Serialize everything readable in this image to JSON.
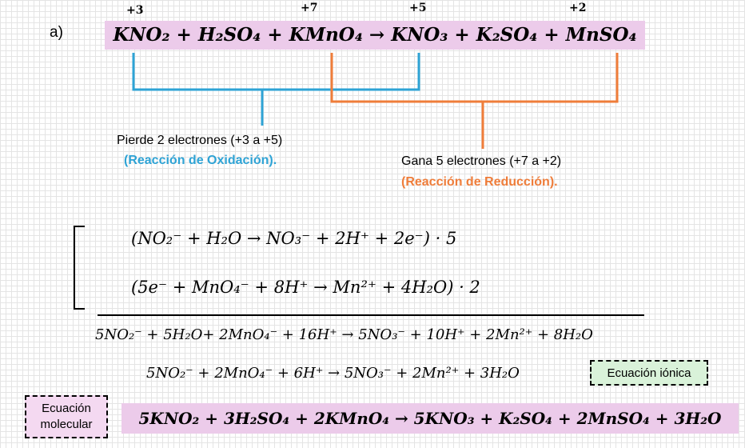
{
  "part_label": "a)",
  "oxidation_states": {
    "n_reactant": "+3",
    "mn_reactant": "+7",
    "n_product": "+5",
    "mn_product": "+2"
  },
  "main_equation": "KNO₂ + H₂SO₄ + KMnO₄ → KNO₃ + K₂SO₄ + MnSO₄",
  "oxidation": {
    "description": "Pierde 2 electrones (+3 a +5)",
    "label": "(Reacción de Oxidación).",
    "color": "#2ea3d5"
  },
  "reduction": {
    "description": "Gana 5 electrones (+7 a +2)",
    "label": "(Reacción de Reducción).",
    "color": "#ef7d3a"
  },
  "half_reactions": {
    "oxidation": "(NO₂⁻ + H₂O → NO₃⁻ + 2H⁺ + 2e⁻) · 5",
    "reduction": "(5e⁻ + MnO₄⁻ + 8H⁺ → Mn²⁺ + 4H₂O) · 2"
  },
  "sum_equation": "5NO₂⁻ + 5H₂O+ 2MnO₄⁻ + 16H⁺ → 5NO₃⁻ + 10H⁺ + 2Mn²⁺ + 8H₂O",
  "ionic_equation": "5NO₂⁻ + 2MnO₄⁻ + 6H⁺ → 5NO₃⁻ + 2Mn²⁺ + 3H₂O",
  "ionic_label": "Ecuación iónica",
  "molecular_label": "Ecuación molecular",
  "molecular_equation": "5KNO₂ + 3H₂SO₄ + 2KMnO₄ → 5KNO₃ + K₂SO₄ + 2MnSO₄ + 3H₂O",
  "colors": {
    "equation_highlight": "#eccbea",
    "ionic_box_fill": "#d9f2d9",
    "molecular_box_fill": "#f4d9f1"
  }
}
